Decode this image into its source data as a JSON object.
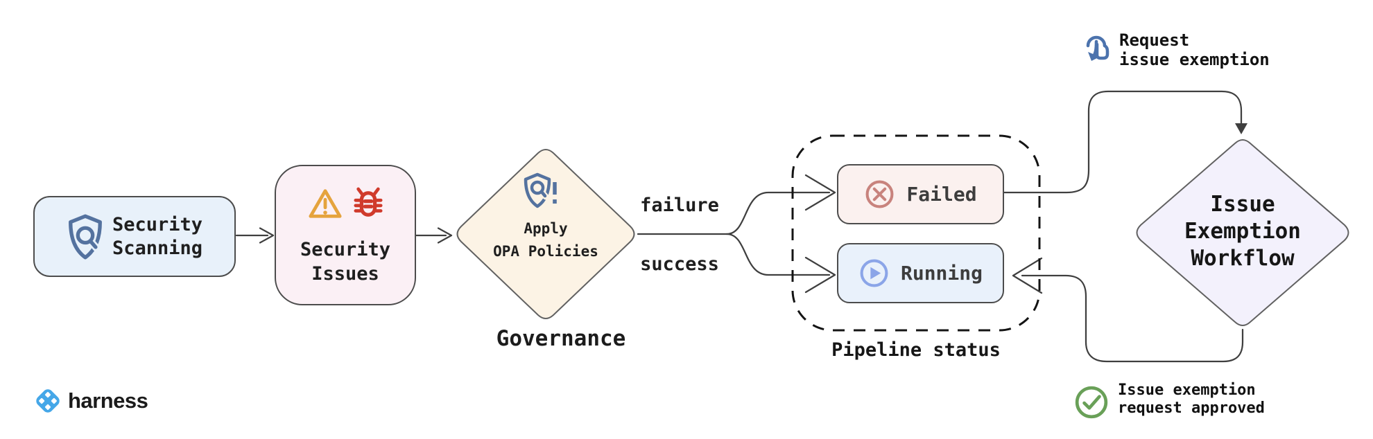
{
  "canvas": {
    "background": "#ffffff"
  },
  "brand": {
    "name": "harness",
    "logo_icon": "harness-diamond-logo",
    "logo_color": "#45a7e8"
  },
  "nodes": {
    "security_scanning": {
      "line1": "Security",
      "line2": "Scanning",
      "icon": "shield-search-icon",
      "fill": "#e8f1fa",
      "icon_color": "#54729f"
    },
    "security_issues": {
      "line1": "Security",
      "line2": "Issues",
      "icons": [
        "warning-triangle-icon",
        "bug-icon"
      ],
      "fill": "#fbf0f5",
      "warning_color": "#e5a33d",
      "bug_color": "#d03b2c"
    },
    "apply_opa": {
      "line1": "Apply",
      "line2": "OPA Policies",
      "caption": "Governance",
      "icon": "shield-search-alert-icon",
      "fill": "#fcf3e5",
      "icon_color": "#54729f"
    },
    "failed": {
      "label": "Failed",
      "icon": "circle-x-icon",
      "fill": "#fbf1ef",
      "icon_color": "#c8837d"
    },
    "running": {
      "label": "Running",
      "icon": "circle-play-icon",
      "fill": "#e9f1fb",
      "icon_color": "#8ba5e8"
    },
    "pipeline_status": {
      "caption": "Pipeline status"
    },
    "issue_exemption_workflow": {
      "line1": "Issue",
      "line2": "Exemption",
      "line3": "Workflow",
      "fill": "#f3f1fc"
    }
  },
  "edges": {
    "failure_label": "failure",
    "success_label": "success"
  },
  "annotations": {
    "request_exemption": {
      "line1": "Request",
      "line2": "issue exemption",
      "icon": "tap-gesture-icon",
      "icon_color": "#4c73ad"
    },
    "approved": {
      "line1": "Issue exemption",
      "line2": "request approved",
      "icon": "check-circle-icon",
      "icon_color": "#69a058"
    }
  },
  "colors": {
    "connector": "#3f3f3f",
    "node_border": "#4c4c4c",
    "dashed_border": "#141414",
    "text": "#1f1f1f"
  }
}
